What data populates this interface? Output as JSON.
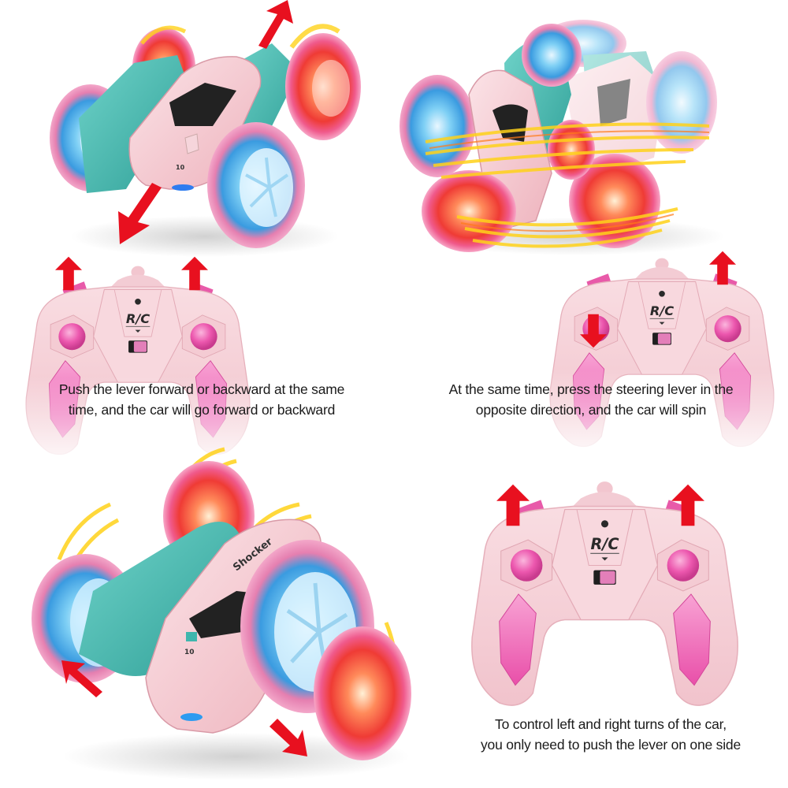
{
  "colors": {
    "background": "#ffffff",
    "arrow_red": "#e8101f",
    "remote_pink": "#f6cfd6",
    "remote_shadow": "#e8b3bf",
    "joystick_magenta": "#ee5bb0",
    "grip_magenta": "#f06cbd",
    "car_body_pink": "#f4c4cc",
    "car_teal": "#3fb6ad",
    "wheel_blue": "#3b9ee0",
    "wheel_red": "#f0463a",
    "motion_yellow": "#ffd21a",
    "text": "#1a1a1a"
  },
  "panels": [
    {
      "id": "forward-backward",
      "car_label": "",
      "remote_logo": "R/C",
      "arrows": [
        "up-right-diagonal",
        "down-left-diagonal",
        "left-stick-up",
        "right-stick-up"
      ],
      "caption": [
        "Push the lever forward or backward at the same",
        "time, and the car will go forward or backward"
      ]
    },
    {
      "id": "spin",
      "remote_logo": "R/C",
      "arrows": [
        "left-stick-down",
        "right-stick-up"
      ],
      "caption": [
        "At the same time, press the steering lever in the",
        "opposite direction, and the car will spin"
      ]
    },
    {
      "id": "turn",
      "car_label": "Shocker",
      "car_number": "10",
      "remote_logo": "R/C",
      "arrows": [
        "up-left-diagonal",
        "down-right-diagonal",
        "left-stick-up",
        "right-stick-up"
      ],
      "caption": [
        "To control left and right turns of the car,",
        "you only need to push the lever on one side"
      ]
    }
  ]
}
